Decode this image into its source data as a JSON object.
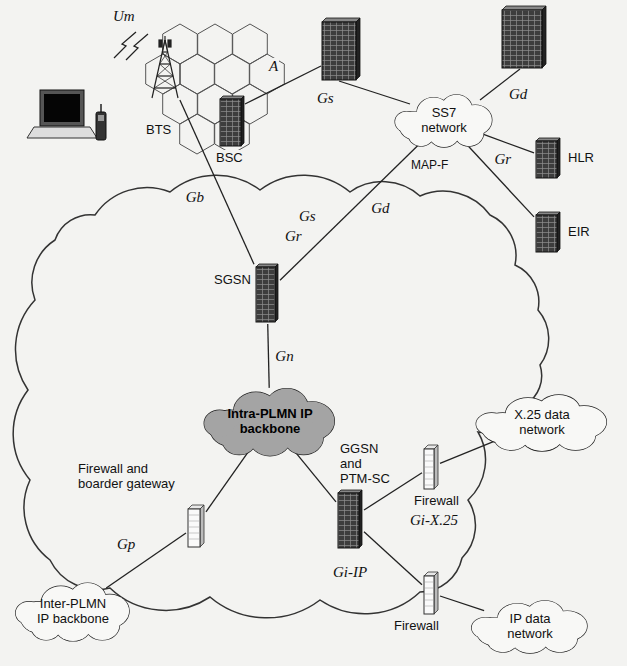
{
  "diagram": {
    "nodes": [
      {
        "text": [
          "BTS"
        ]
      },
      {
        "text": [
          "BSC"
        ]
      },
      {
        "text": [
          "SS7 network"
        ]
      },
      {
        "text": [
          "HLR"
        ]
      },
      {
        "text": [
          "EIR"
        ]
      },
      {
        "text": [
          "SGSN"
        ]
      },
      {
        "text": [
          "Intra-PLMN IP backbone"
        ]
      },
      {
        "text": [
          "Firewall and boarder gateway"
        ]
      },
      {
        "text": [
          "Inter-PLMN IP backbone"
        ]
      },
      {
        "text": [
          "GGSN and PTM-SC"
        ]
      },
      {
        "text": [
          "Firewall"
        ]
      },
      {
        "text": [
          "X.25 data network"
        ]
      },
      {
        "text": [
          "Firewall"
        ]
      },
      {
        "text": [
          "IP data network"
        ]
      }
    ],
    "edges": [
      {
        "from": 0,
        "to": 5,
        "label": "Gb",
        "arrow": "none"
      },
      {
        "from": 2,
        "to": 3,
        "label": "Gr",
        "arrow": "none"
      },
      {
        "from": 2,
        "to": 4,
        "arrow": "none"
      },
      {
        "from": 5,
        "to": 2,
        "label": "Gd",
        "arrow": "none"
      },
      {
        "from": 5,
        "to": 6,
        "label": "Gn",
        "arrow": "none"
      },
      {
        "from": 6,
        "to": 7,
        "arrow": "none"
      },
      {
        "from": 7,
        "to": 8,
        "label": "Gp",
        "arrow": "none"
      },
      {
        "from": 6,
        "to": 9,
        "arrow": "none"
      },
      {
        "from": 9,
        "to": 10,
        "label": "Gi-X.25",
        "arrow": "none"
      },
      {
        "from": 10,
        "to": 11,
        "arrow": "none"
      },
      {
        "from": 9,
        "to": 12,
        "label": "Gi-IP",
        "arrow": "none"
      },
      {
        "from": 12,
        "to": 13,
        "arrow": "none"
      }
    ],
    "labels": [
      "Um",
      "A",
      "Gs",
      "Gd",
      "Gs",
      "Gr",
      "MAP-F"
    ]
  }
}
